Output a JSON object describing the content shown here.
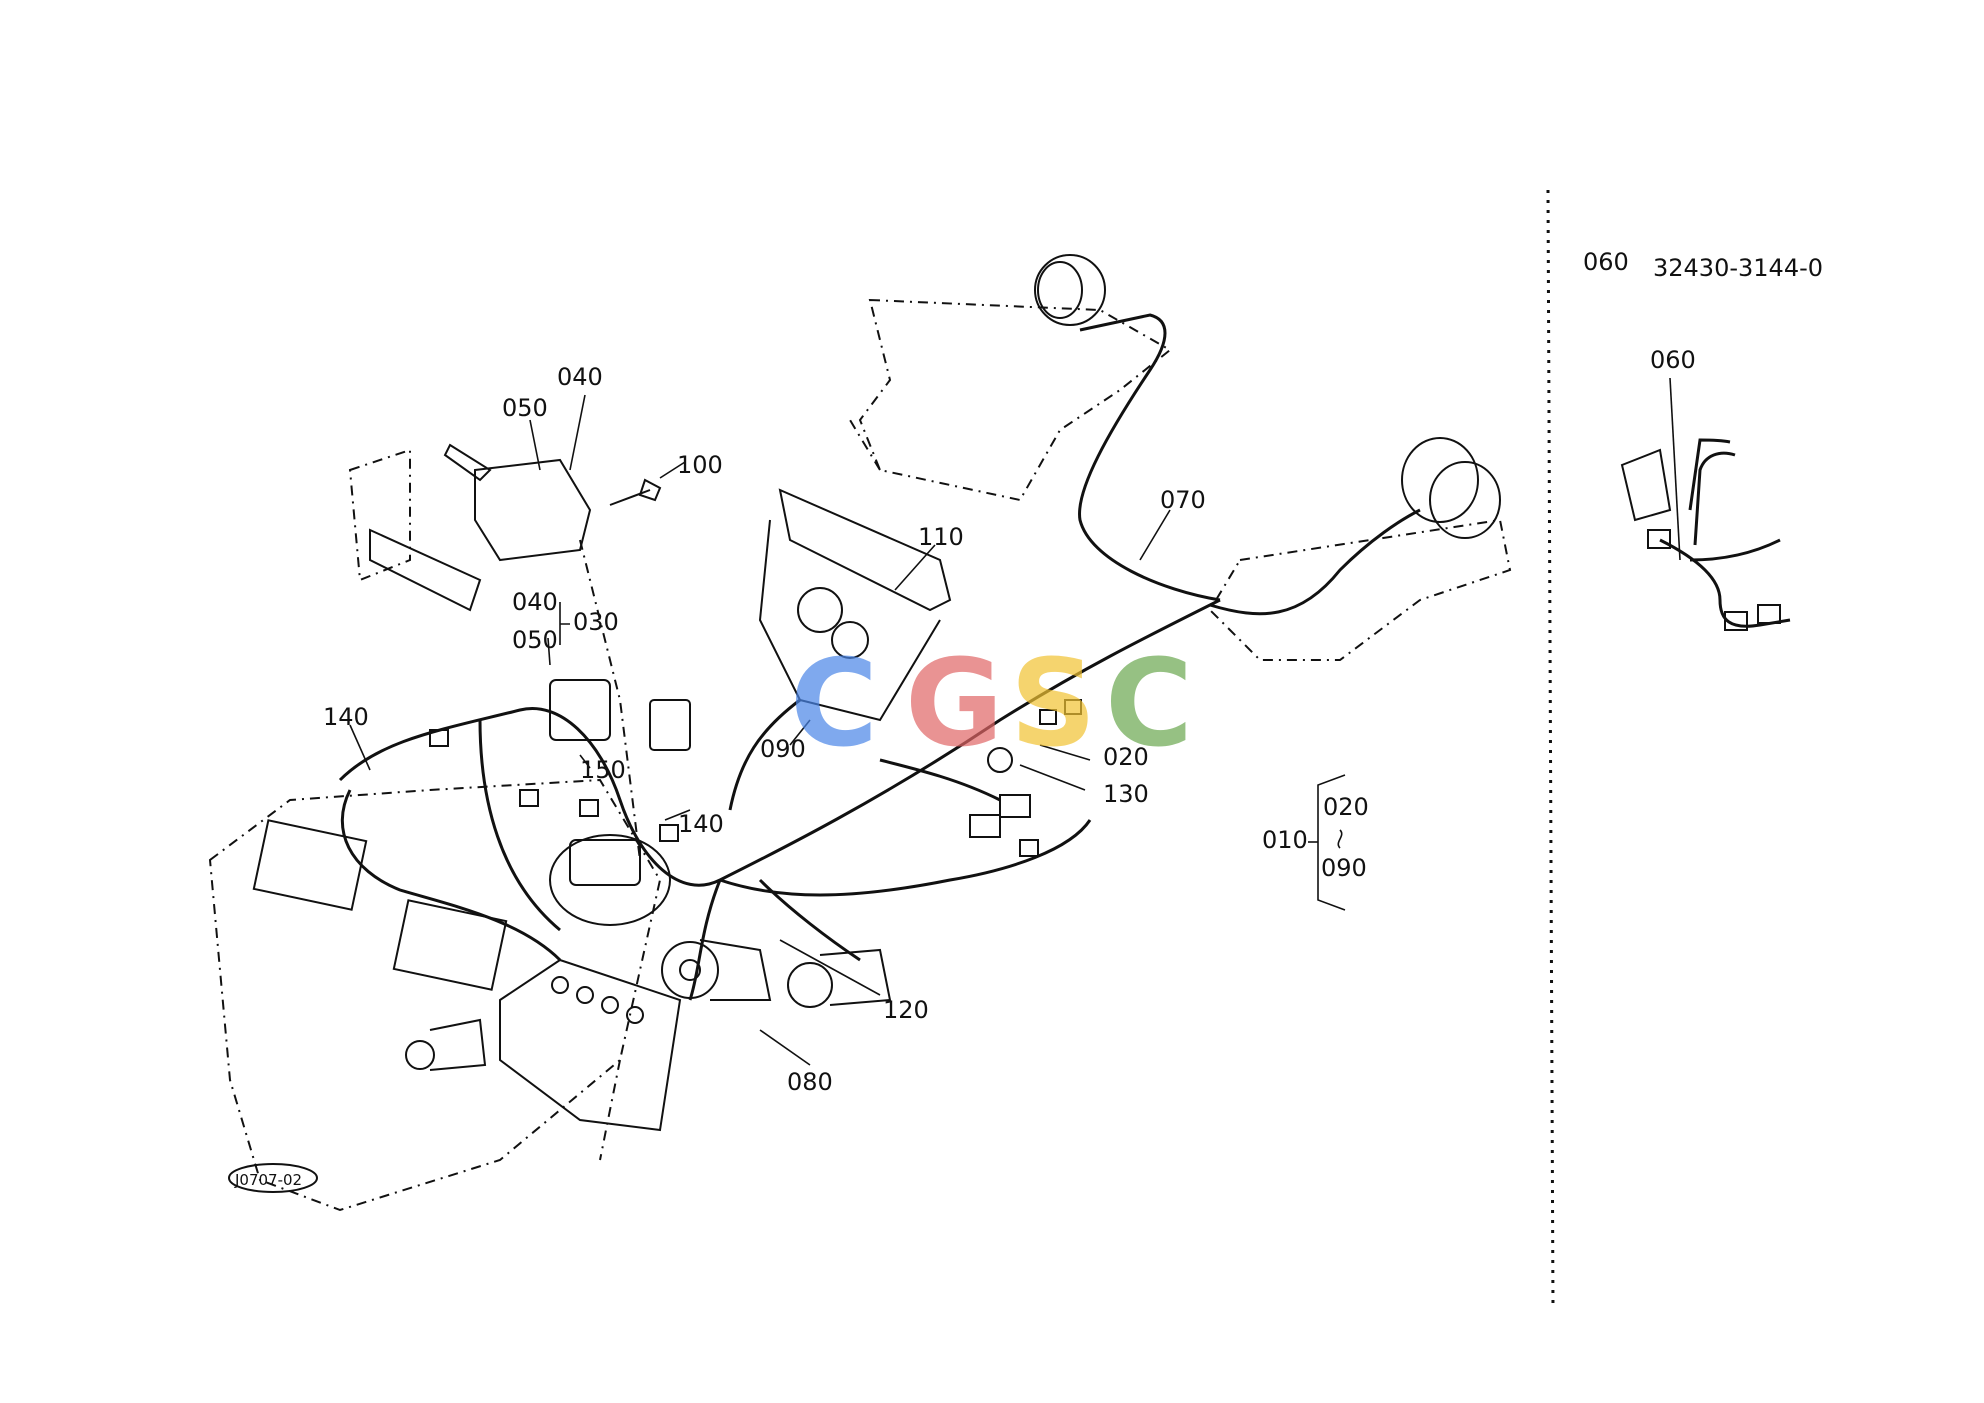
{
  "diagram": {
    "callouts": {
      "c040_top": "040",
      "c050_top": "050",
      "c100": "100",
      "c040_mid": "040",
      "c050_mid": "050",
      "c030": "030",
      "c140_left": "140",
      "c150": "150",
      "c140_mid": "140",
      "c110": "110",
      "c070": "070",
      "c090": "090",
      "c020": "020",
      "c130": "130",
      "c120": "120",
      "c080": "080"
    },
    "group_010": {
      "parent": "010",
      "from": "020",
      "to": "090"
    },
    "figure_code": "J0707-02"
  },
  "side_panel": {
    "part_ref": "060",
    "part_number": "32430-3144-0",
    "callout": "060"
  },
  "watermark": {
    "letters": [
      "C",
      "G",
      "S",
      "C"
    ],
    "colors": [
      "#4a86e8",
      "#e06666",
      "#f1c232",
      "#6aa84f"
    ]
  }
}
